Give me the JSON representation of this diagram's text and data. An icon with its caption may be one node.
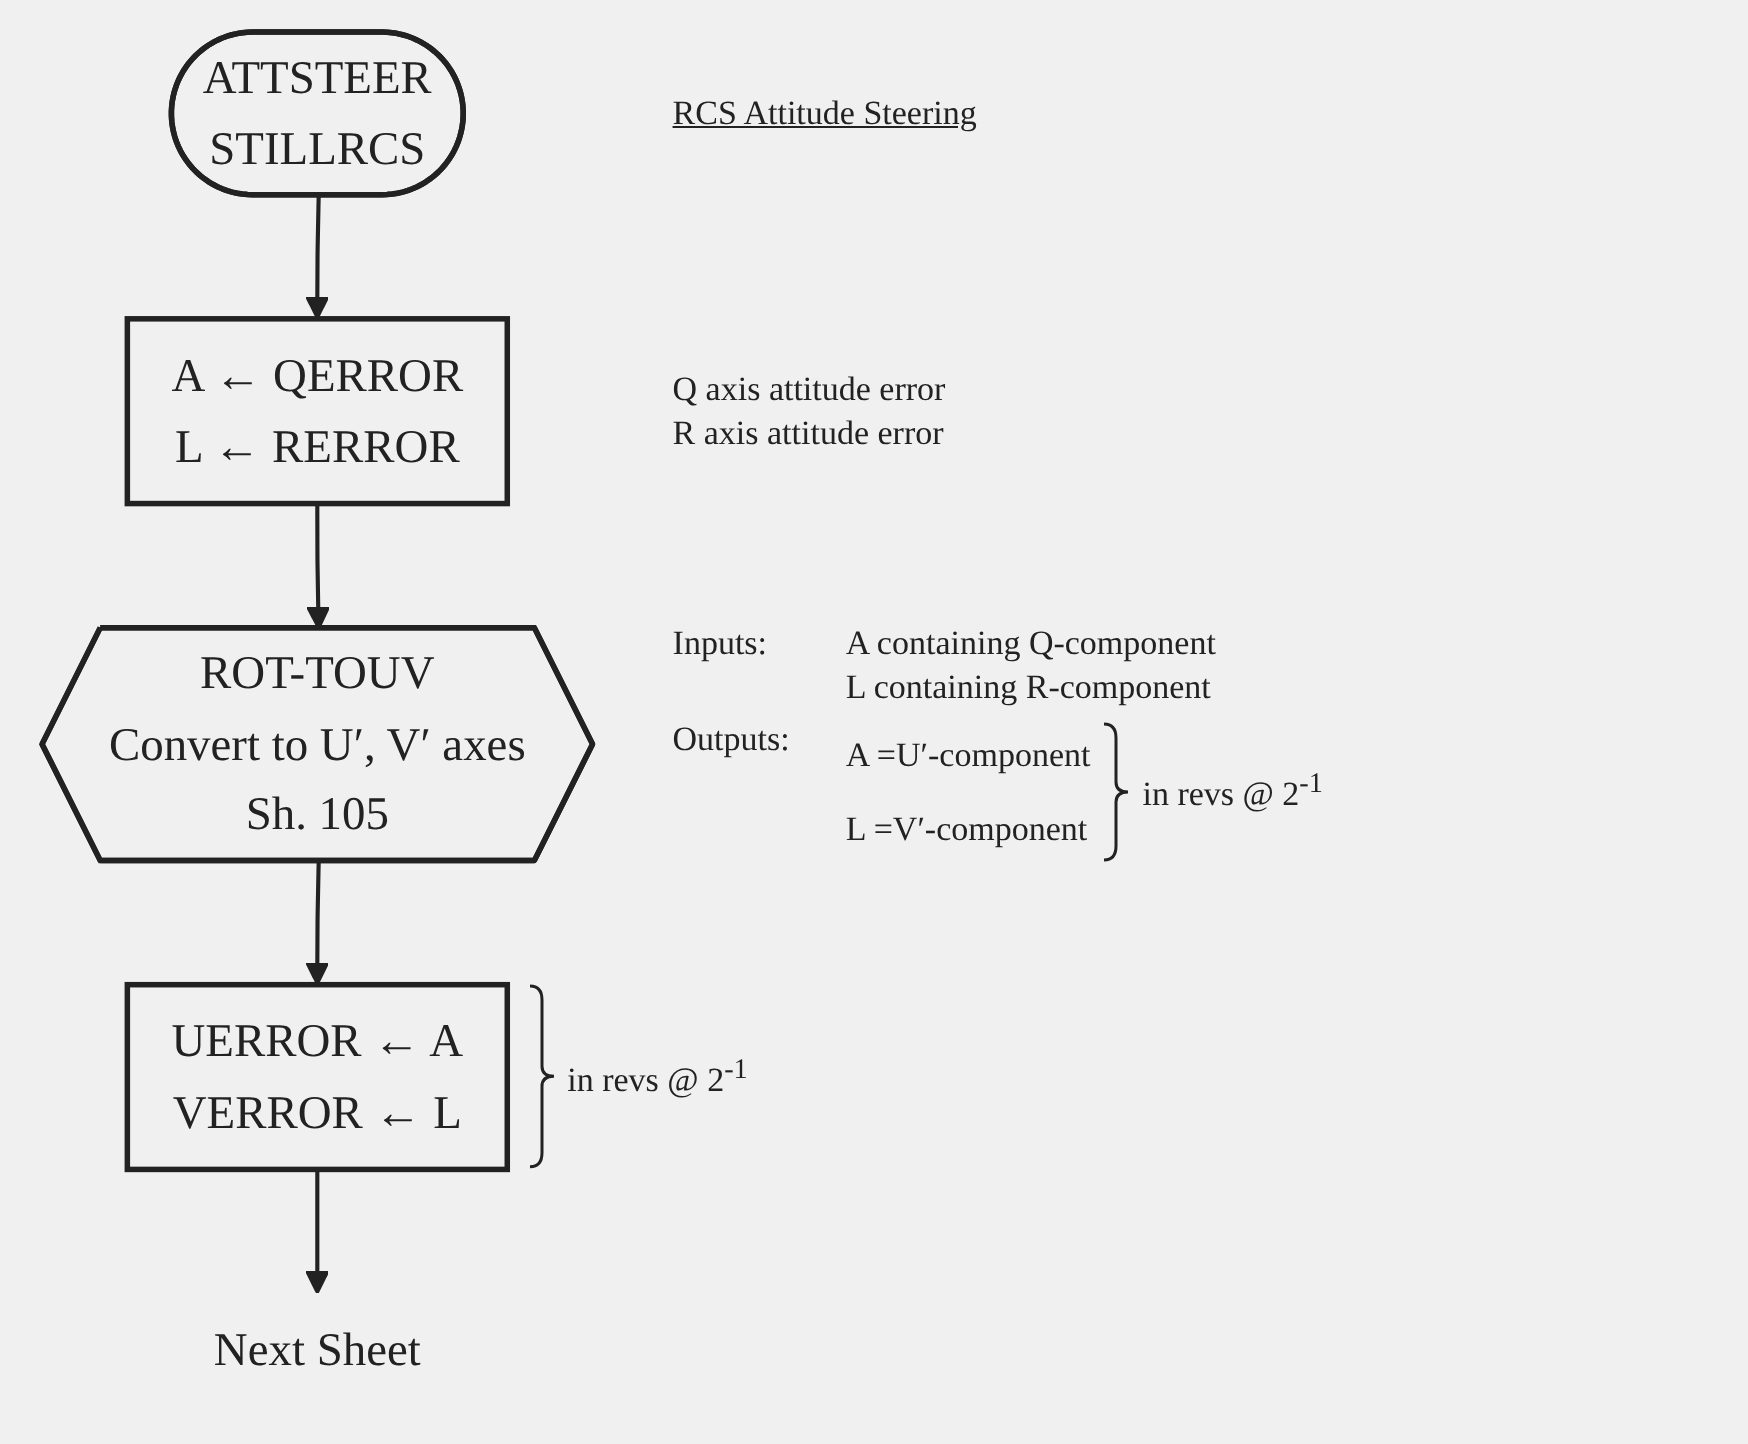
{
  "diagram": {
    "title": "RCS Attitude Steering",
    "nodes": [
      {
        "text": [
          "ATTSTEER",
          "STILLRCS"
        ]
      },
      {
        "text": [
          "A ← QERROR",
          "L ← RERROR"
        ],
        "beside": [
          "Q axis attitude error",
          "R axis attitude error"
        ]
      },
      {
        "text": [
          "ROT-TOUV",
          "Convert to U′, V′ axes",
          "Sh. 105"
        ],
        "beside": [
          "Inputs:",
          "A containing Q-component",
          "L containing R-component",
          "Outputs:",
          "A =U′-component",
          "L =V′-component",
          "in revs @ 2$^{-1}$"
        ]
      },
      {
        "text": [
          "UERROR ← A",
          "VERROR ← L"
        ],
        "beside": [
          "in revs @ 2$^{-1}$"
        ]
      },
      {
        "text": [
          "Next Sheet"
        ]
      }
    ],
    "edges": [
      {
        "from": 0,
        "to": 1,
        "arrow": "to"
      },
      {
        "from": 1,
        "to": 2,
        "arrow": "to"
      },
      {
        "from": 2,
        "to": 3,
        "arrow": "to"
      },
      {
        "from": 3,
        "to": 4,
        "arrow": "to"
      }
    ]
  }
}
